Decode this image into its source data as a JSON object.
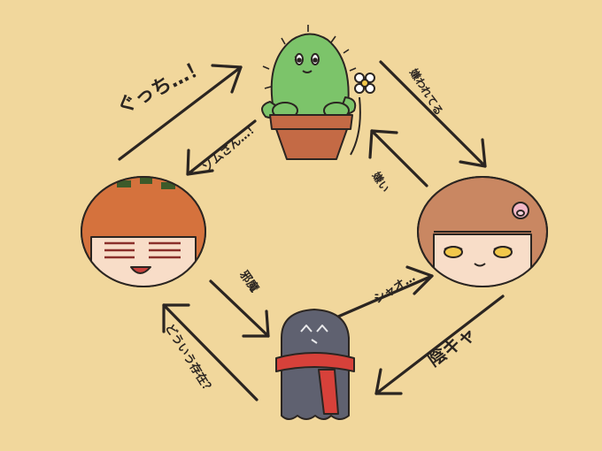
{
  "labels": {
    "gutchi": "ぐっち…！",
    "zomu_san": "ゾムさん…！",
    "kirawareteru": "嫌われてる",
    "kirai": "嫌い",
    "jama": "邪魔",
    "shao": "シャオ…",
    "inkya": "陰キャ",
    "bimyou": "どういう存在？"
  },
  "colors": {
    "background": "#f1d79c",
    "ink": "#2b2521",
    "cactus": "#7cc46a",
    "pot": "#c46a45",
    "hood": "#6f9a52",
    "hair_orange": "#d5723d",
    "hair_brown": "#c98762",
    "scarf": "#d7413a",
    "ghost": "#5f6170"
  }
}
